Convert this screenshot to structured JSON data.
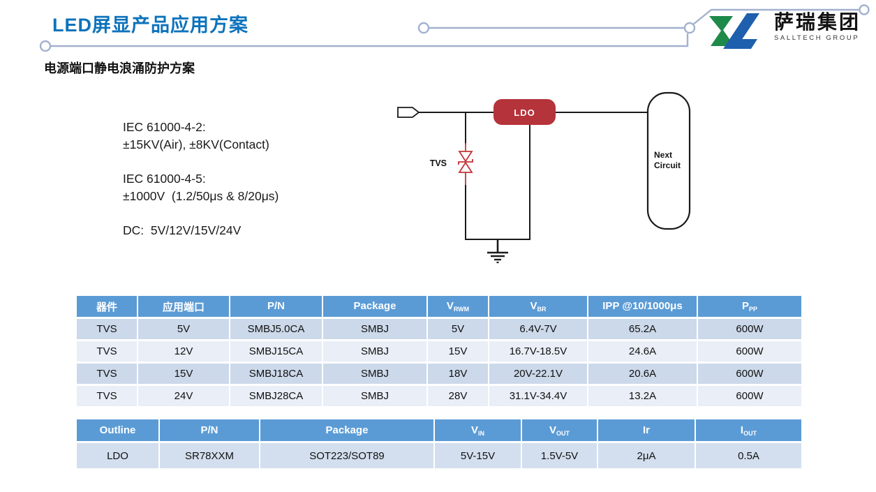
{
  "slide": {
    "title": "LED屏显产品应用方案",
    "subtitle": "电源端口静电浪涌防护方案"
  },
  "logo": {
    "cn": "萨瑞集团",
    "en": "SALLTECH GROUP"
  },
  "specs": [
    {
      "lines": [
        "IEC 61000-4-2:",
        "±15KV(Air), ±8KV(Contact)"
      ]
    },
    {
      "lines": [
        "IEC 61000-4-5:",
        "±1000V  (1.2/50μs & 8/20μs)"
      ]
    },
    {
      "lines": [
        "DC:  5V/12V/15V/24V"
      ]
    }
  ],
  "diagram": {
    "tvs_label": "TVS",
    "ldo_label": "LDO",
    "next_circuit_line1": "Next",
    "next_circuit_line2": "Circuit"
  },
  "tvs_table": {
    "columns": [
      {
        "label": "器件"
      },
      {
        "label": "应用端口"
      },
      {
        "label": "P/N"
      },
      {
        "label": "Package"
      },
      {
        "label": "V",
        "sub": "RWM"
      },
      {
        "label": "V",
        "sub": "BR"
      },
      {
        "label": "IPP @10/1000μs"
      },
      {
        "label": "P",
        "sub": "PP"
      }
    ],
    "rows": [
      [
        "TVS",
        "5V",
        "SMBJ5.0CA",
        "SMBJ",
        "5V",
        "6.4V-7V",
        "65.2A",
        "600W"
      ],
      [
        "TVS",
        "12V",
        "SMBJ15CA",
        "SMBJ",
        "15V",
        "16.7V-18.5V",
        "24.6A",
        "600W"
      ],
      [
        "TVS",
        "15V",
        "SMBJ18CA",
        "SMBJ",
        "18V",
        "20V-22.1V",
        "20.6A",
        "600W"
      ],
      [
        "TVS",
        "24V",
        "SMBJ28CA",
        "SMBJ",
        "28V",
        "31.1V-34.4V",
        "13.2A",
        "600W"
      ]
    ]
  },
  "ldo_table": {
    "columns": [
      {
        "label": "Outline"
      },
      {
        "label": "P/N"
      },
      {
        "label": "Package"
      },
      {
        "label": "V",
        "sub": "IN"
      },
      {
        "label": "V",
        "sub": "OUT"
      },
      {
        "label": "Ir"
      },
      {
        "label": "I",
        "sub": "OUT"
      }
    ],
    "rows": [
      [
        "LDO",
        "SR78XXM",
        "SOT223/SOT89",
        "5V-15V",
        "1.5V-5V",
        "2μA",
        "0.5A"
      ]
    ]
  },
  "colors": {
    "title_blue": "#0d73bb",
    "table_header_blue": "#5b9bd5",
    "table_row_odd": "#ccd9ea",
    "table_row_even": "#e9eef7",
    "ldo_box_red": "#b5333a",
    "tvs_symbol_red": "#c23438",
    "decor_trace": "#a3b1cf",
    "logo_green": "#1e8a4a",
    "logo_blue": "#1e5fae"
  }
}
